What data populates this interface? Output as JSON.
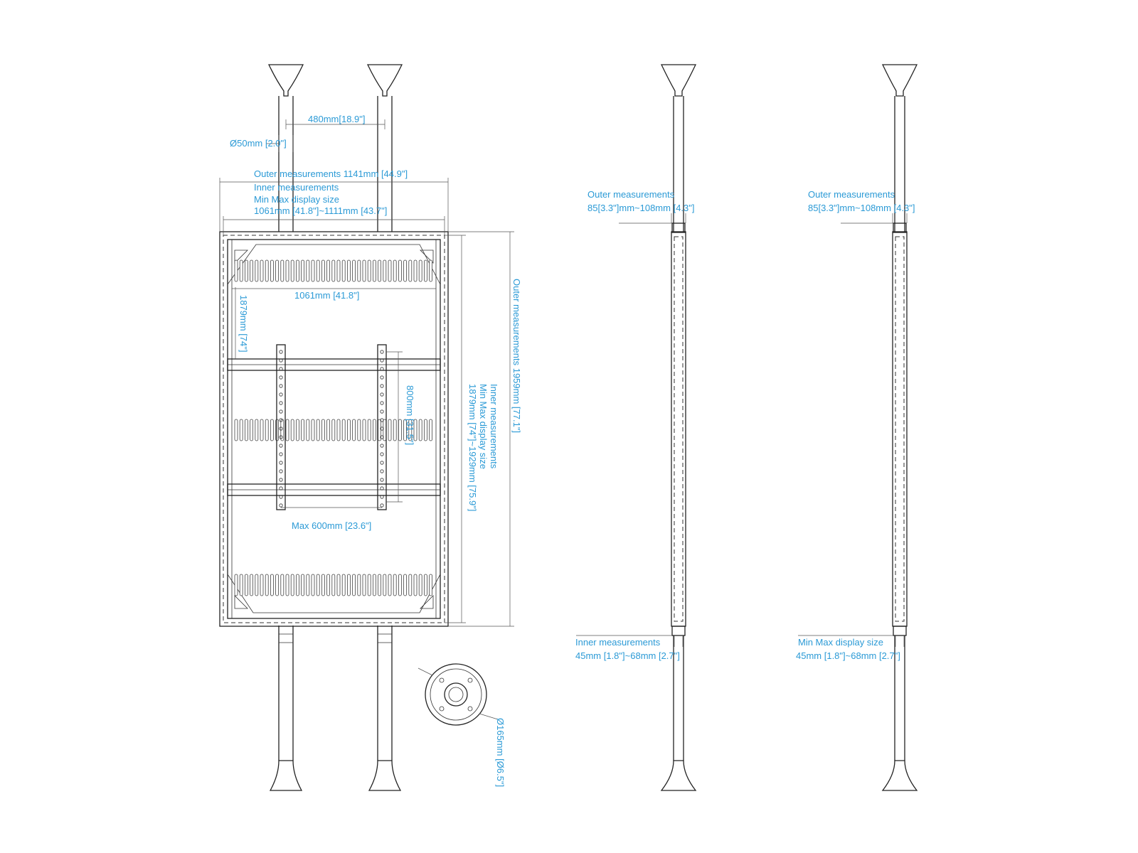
{
  "front_view": {
    "pole_spacing": "480mm[18.9\"]",
    "pole_diameter": "Ø50mm [2.0\"]",
    "outer_width": "Outer measurements 1141mm [44.9\"]",
    "inner_heading": "Inner measurements",
    "inner_subheading": "Min Max display size",
    "inner_width_range": "1061mm [41.8\"]~1111mm [43.7\"]",
    "frame_inner_width": "1061mm [41.8\"]",
    "frame_inner_height": "1879mm [74\"]",
    "vesa_vertical": "800mm [31.5\"]",
    "vesa_horizontal": "Max 600mm [23.6\"]",
    "outer_height": "Outer measurements 1959mm [77.1\"]",
    "inner_height_heading": "Inner measurements",
    "inner_height_subheading": "Min Max display size",
    "inner_height_range": "1879mm [74\"]~1929mm [75.9\"]",
    "base_diameter": "Ø165mm [Ø6.5\"]"
  },
  "side_view_1": {
    "top_heading": "Outer measurements",
    "top_range": "85[3.3\"]mm~108mm [4.3\"]",
    "bottom_heading": "Inner measurements",
    "bottom_range": "45mm [1.8\"]~68mm [2.7\"]"
  },
  "side_view_2": {
    "top_heading": "Outer measurements",
    "top_range": "85[3.3\"]mm~108mm [4.3\"]",
    "bottom_heading": "Min Max display size",
    "bottom_range": "45mm [1.8\"]~68mm [2.7\"]"
  },
  "colors": {
    "dimension_text": "#2b9ad6",
    "line": "#222222"
  }
}
